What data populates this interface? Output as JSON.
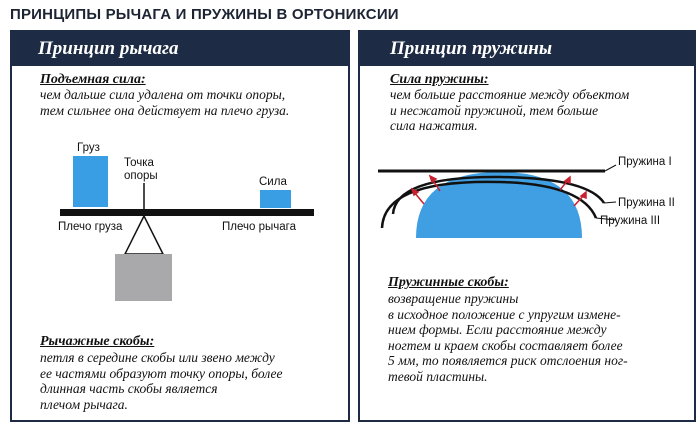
{
  "header": {
    "title": "ПРИНЦИПЫ РЫЧАГА И ПРУЖИНЫ В ОРТОНИКСИИ"
  },
  "lever": {
    "title": "Принцип рычага",
    "lift_title": "Подъемная сила:",
    "lift_text": "чем дальше сила удалена от точки опоры,\nтем сильнее она действует на плечо груза.",
    "labels": {
      "load": "Груз",
      "fulcrum_line1": "Точка",
      "fulcrum_line2": "опоры",
      "force": "Сила",
      "load_arm": "Плечо груза",
      "lever_arm": "Плечо рычага"
    },
    "braces_title": "Рычажные скобы:",
    "braces_text": "петля в середине скобы или звено между\nее частями образуют точку опоры, более\nдлинная часть скобы является\nплечом рычага."
  },
  "spring": {
    "title": "Принцип пружины",
    "force_title": "Сила пружины:",
    "force_text": "чем больше расстояние между объектом\nи несжатой пружиной, тем больше\nсила нажатия.",
    "labels": {
      "spring1": "Пружина I",
      "spring2": "Пружина II",
      "spring3": "Пружина III"
    },
    "braces_title": "Пружинные скобы:",
    "braces_text": "возвращение пружины\nв исходное положение с упругим измене-\nнием формы. Если расстояние между\nногтем и краем скобы составляет более\n5 мм, то появляется риск отслоения ног-\nтевой пластины."
  },
  "colors": {
    "header_bg": "#1d2b45",
    "load_box": "#3a9ee4",
    "force_box": "#3a9ee4",
    "weight_box": "#a9a9ab",
    "nail_dome": "#3f9fe2",
    "arrows": "#c8202e"
  }
}
